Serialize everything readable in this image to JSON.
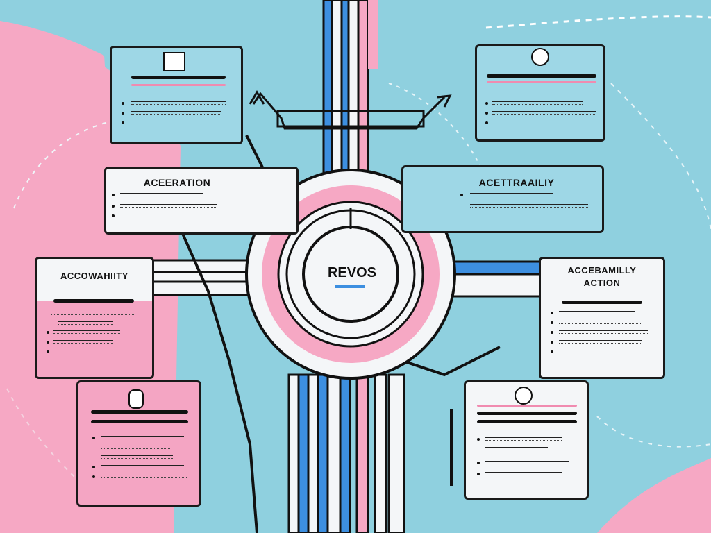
{
  "center": {
    "label": "REVOS"
  },
  "cards": {
    "top_left": {
      "title": ""
    },
    "top_right": {
      "title": ""
    },
    "mid_left": {
      "title": "ACEERATION"
    },
    "mid_right": {
      "title": "ACETTRAAILIY"
    },
    "left": {
      "title": "ACCOWAHIITY"
    },
    "right": {
      "title_line1": "ACCEBAMILLY",
      "title_line2": "ACTION"
    },
    "bottom_left": {
      "title": ""
    },
    "bottom_right": {
      "title": ""
    }
  },
  "colors": {
    "background_blue": "#8fd0df",
    "pink": "#f4a5c3",
    "accent_blue": "#3d8fe0",
    "outline": "#1a1a1a"
  },
  "icons": [
    "document-icon",
    "lightbulb-icon",
    "hand-icon",
    "target-icon",
    "arrow-icon"
  ]
}
